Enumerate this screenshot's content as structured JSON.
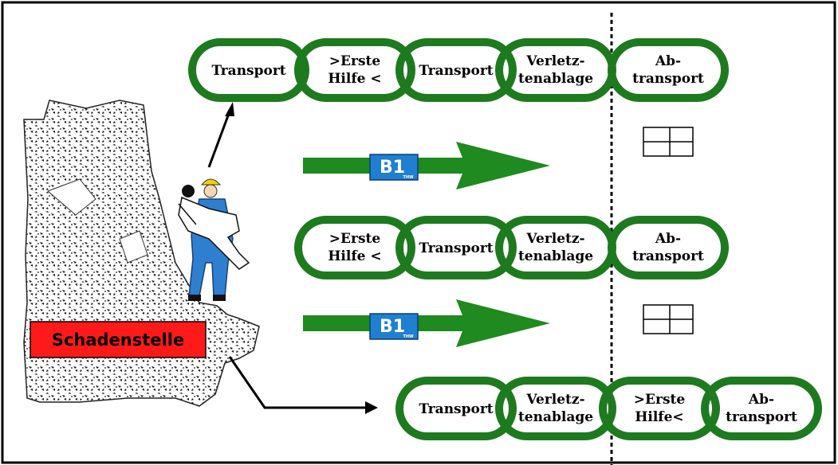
{
  "colors": {
    "border": "#000000",
    "chain_green": "#1e7a1e",
    "arrow_green": "#1f8a1f",
    "badge_blue": "#1f7fd0",
    "label_red": "#ff1a1a"
  },
  "site_label": "Schadenstelle",
  "badges": [
    {
      "text": "B1",
      "sub": "THW"
    },
    {
      "text": "B1",
      "sub": "THW"
    }
  ],
  "chains": [
    {
      "links": [
        {
          "lines": [
            "Transport"
          ]
        },
        {
          "lines": [
            ">Erste",
            "Hilfe <"
          ]
        },
        {
          "lines": [
            "Transport"
          ]
        },
        {
          "lines": [
            "Verletz-",
            "tenablage"
          ]
        },
        {
          "lines": [
            "Ab-",
            "transport"
          ]
        }
      ]
    },
    {
      "links": [
        {
          "lines": [
            ">Erste",
            "Hilfe <"
          ]
        },
        {
          "lines": [
            "Transport"
          ]
        },
        {
          "lines": [
            "Verletz-",
            "tenablage"
          ]
        },
        {
          "lines": [
            "Ab-",
            "transport"
          ]
        }
      ]
    },
    {
      "links": [
        {
          "lines": [
            "Transport"
          ]
        },
        {
          "lines": [
            "Verletz-",
            "tenablage"
          ]
        },
        {
          "lines": [
            ">Erste",
            "Hilfe<"
          ]
        },
        {
          "lines": [
            "Ab-",
            "transport"
          ]
        }
      ]
    }
  ],
  "icons": [
    "rubble-wall-icon",
    "rescuer-carrying-victim-icon",
    "vehicle-top-view-icon"
  ]
}
